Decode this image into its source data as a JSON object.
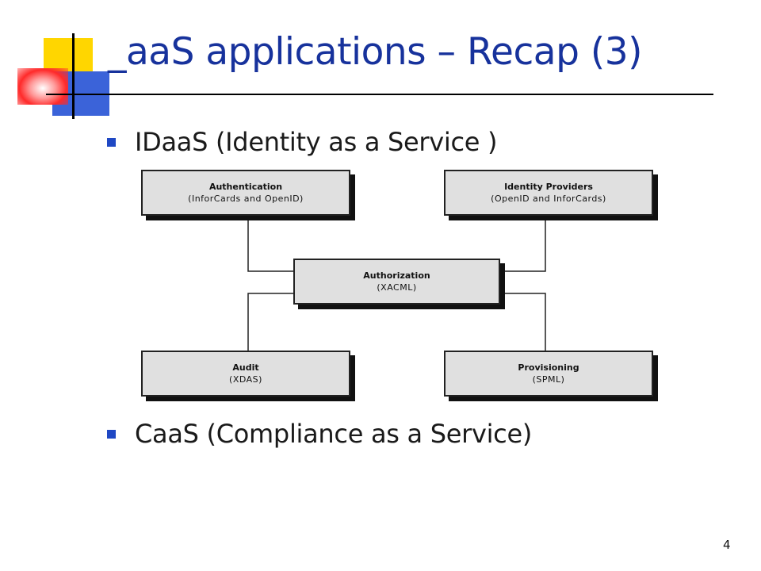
{
  "slide": {
    "title": "_aaS applications – Recap (3)",
    "bullets": [
      {
        "label": "IDaaS (Identity as a Service )"
      },
      {
        "label": "CaaS (Compliance as a Service)"
      }
    ],
    "page_number": "4"
  },
  "diagram": {
    "nodes": [
      {
        "id": "authentication",
        "title": "Authentication",
        "subtitle": "(InforCards and OpenID)"
      },
      {
        "id": "identity_providers",
        "title": "Identity Providers",
        "subtitle": "(OpenID and InforCards)"
      },
      {
        "id": "authorization",
        "title": "Authorization",
        "subtitle": "(XACML)"
      },
      {
        "id": "audit",
        "title": "Audit",
        "subtitle": "(XDAS)"
      },
      {
        "id": "provisioning",
        "title": "Provisioning",
        "subtitle": "(SPML)"
      }
    ],
    "edges": [
      [
        "authentication",
        "authorization"
      ],
      [
        "identity_providers",
        "authorization"
      ],
      [
        "audit",
        "authorization"
      ],
      [
        "provisioning",
        "authorization"
      ]
    ]
  },
  "colors": {
    "title": "#17329c",
    "bullet": "#1f48c4",
    "box_fill": "#e0e0e0",
    "box_shadow": "#111111"
  }
}
